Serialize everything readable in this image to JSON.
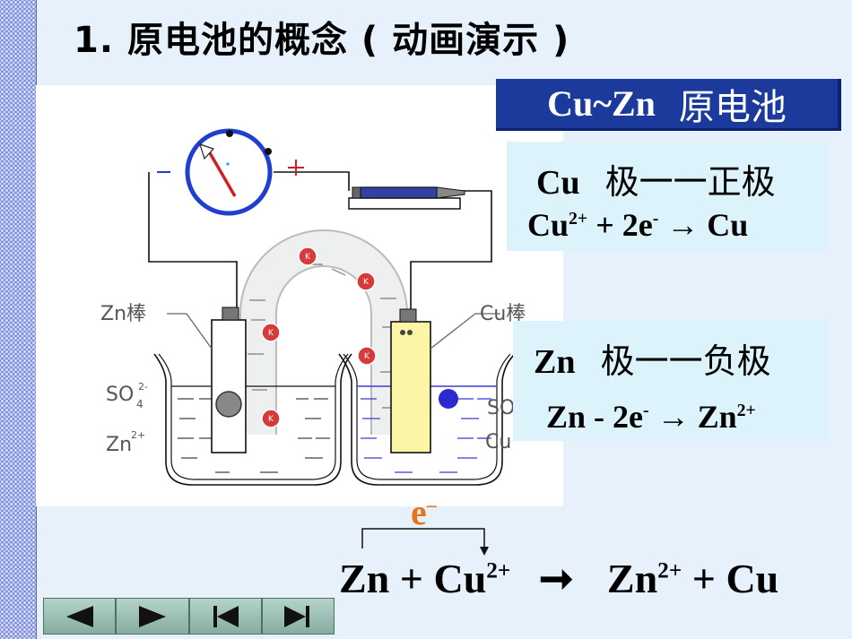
{
  "title": "1.  原电池的概念 ( 动画演示 )",
  "banner": {
    "latin": "Cu~Zn",
    "cjk": "原电池"
  },
  "cu_panel": {
    "head_latin": "Cu",
    "head_cjk": "极一一正极",
    "eq_left": "Cu",
    "eq_left_sup": "2+",
    "eq_mid": " + 2e",
    "eq_mid_sup": "-",
    "eq_arrow": " → ",
    "eq_right": "Cu"
  },
  "zn_panel": {
    "head_latin": "Zn",
    "head_cjk": "极一一负极",
    "eq_left": "Zn - 2e",
    "eq_left_sup": "-",
    "eq_arrow": " → ",
    "eq_right": "Zn",
    "eq_right_sup": "2+"
  },
  "electron": {
    "symbol": "e",
    "sup": "–"
  },
  "overall": {
    "a": "Zn + Cu",
    "a_sup": "2+",
    "arrow": "➞",
    "b": "Zn",
    "b_sup": "2+",
    "c": " + Cu"
  },
  "diagram": {
    "zn_rod": "Zn棒",
    "cu_rod": "Cu棒",
    "so4_left": "SO",
    "so4_left_sub": "4",
    "so4_left_sup": "2-",
    "zn2_left": "Zn",
    "zn2_left_sup": "2+",
    "so4_right": "SO",
    "cu_right": "Cu",
    "meter_minus": "-",
    "meter_plus": "+",
    "ion": "K"
  },
  "nav": {
    "items": [
      "prev-icon",
      "next-icon",
      "first-icon",
      "last-icon"
    ]
  },
  "colors": {
    "background": "#e6f1fb",
    "banner": "#1b3a9c",
    "panel": "#ddf3fb",
    "electron": "#e8731d",
    "meter": "#1f3fd0",
    "copper_solution": "#3b3bd6",
    "ion": "#d63a3a"
  }
}
